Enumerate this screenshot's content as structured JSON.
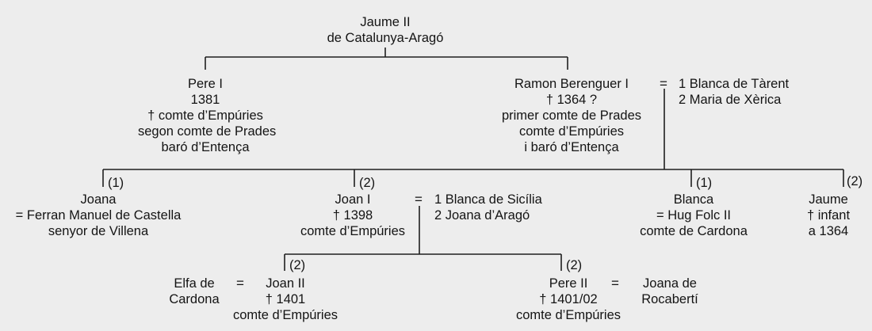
{
  "title_person": {
    "line1": "Jaume II",
    "line2": "de Catalunya-Aragó"
  },
  "generation_1": {
    "pere_i": [
      "Pere I",
      "1381",
      "† comte d’Empúries",
      "segon comte de Prades",
      "baró d’Entença"
    ],
    "ramon_berenguer_i": [
      "Ramon Berenguer I",
      "† 1364 ?",
      "primer comte de Prades",
      "comte d’Empúries",
      "i baró d’Entença"
    ],
    "marriage_symbol": "=",
    "spouses": [
      "1 Blanca de Tàrent",
      "2 Maria de Xèrica"
    ]
  },
  "generation_2": {
    "markers": [
      "(1)",
      "(2)",
      "(1)",
      "(2)"
    ],
    "joana": [
      "Joana",
      "= Ferran Manuel de Castella",
      "senyor de Villena"
    ],
    "joan_i": [
      "Joan I",
      "† 1398",
      "comte d’Empúries"
    ],
    "joan_i_marriage_symbol": "=",
    "joan_i_spouses": [
      "1 Blanca de Sicília",
      "2 Joana d’Aragó"
    ],
    "blanca": [
      "Blanca",
      "= Hug Folc II",
      "comte de Cardona"
    ],
    "jaume": [
      "Jaume",
      "† infant",
      "a 1364"
    ]
  },
  "generation_3": {
    "markers": [
      "(2)",
      "(2)"
    ],
    "elfa": [
      "Elfa de",
      "Cardona"
    ],
    "elfa_marriage_symbol": "=",
    "joan_ii": [
      "Joan II",
      "† 1401",
      "comte d’Empúries"
    ],
    "pere_ii": [
      "Pere II",
      "† 1401/02",
      "comte d’Empúries"
    ],
    "pere_ii_marriage_symbol": "=",
    "joana_rocaberti": [
      "Joana de",
      "Rocabertí"
    ]
  }
}
